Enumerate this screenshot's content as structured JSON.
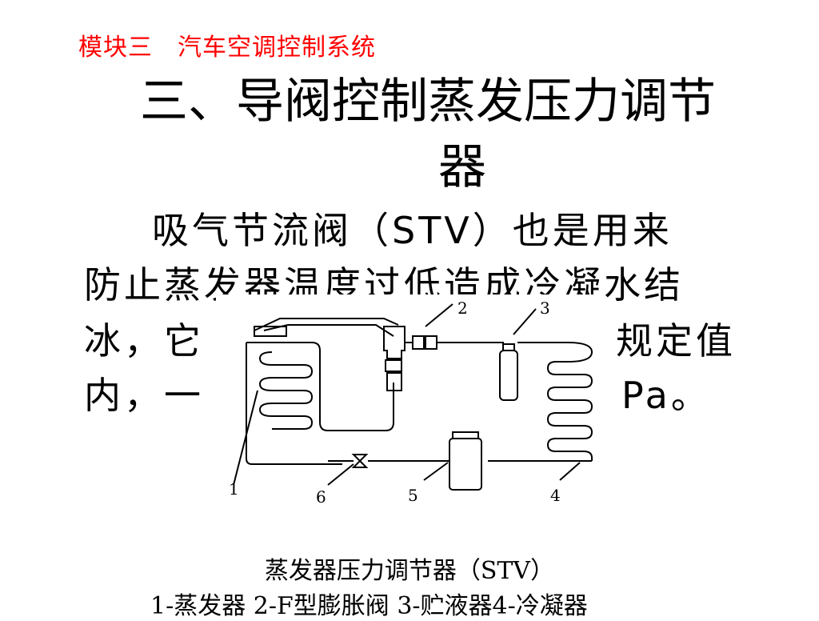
{
  "header": "模块三　汽车空调控制系统",
  "title": {
    "line1": "三、导阀控制蒸发压力调节",
    "line2": "器"
  },
  "body": {
    "line1": "吸气节流阀（STV）也是用来",
    "line2": "防止蒸发器温度过低造成冷凝水结",
    "line3": "冰，它",
    "line3_right": "规定值",
    "line4": "内，一",
    "line4_right": "Pa。"
  },
  "diagram": {
    "labels": [
      "1",
      "2",
      "3",
      "4",
      "5",
      "6"
    ]
  },
  "caption": {
    "line1": "蒸发器压力调节器（STV）",
    "line2": "1-蒸发器 2-F型膨胀阀 3-贮液器4-冷凝器"
  }
}
